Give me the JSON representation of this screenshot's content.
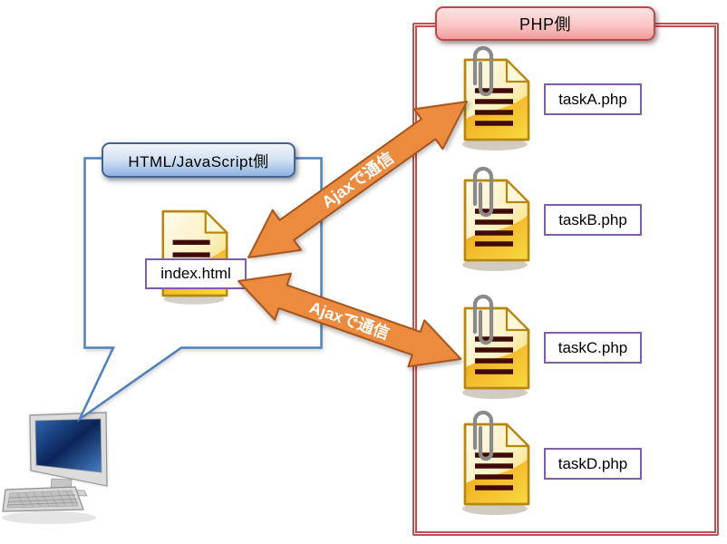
{
  "php_panel": {
    "title": "PHP側",
    "files": [
      "taskA.php",
      "taskB.php",
      "taskC.php",
      "taskD.php"
    ]
  },
  "client_panel": {
    "title": "HTML/JavaScript側",
    "file": "index.html"
  },
  "arrows": [
    {
      "label": "Ajaxで通信"
    },
    {
      "label": "Ajaxで通信"
    }
  ],
  "icons": {
    "php_files": "document-with-paperclip-icon",
    "client_file": "document-icon",
    "client_device": "desktop-computer-icon"
  },
  "colors": {
    "php_border": "#c0504d",
    "php_header_top": "#fde2e2",
    "php_header_bottom": "#f19a9a",
    "client_border": "#4f81bd",
    "client_header_top": "#f1f6fc",
    "client_header_bottom": "#8fb3e2",
    "file_label_border": "#7e5fa6",
    "arrow_fill": "#ec8b3e",
    "arrow_border": "#a5541c",
    "doc_page": "#faf0c0",
    "doc_border": "#b8860b",
    "doc_lines": "#400a06",
    "screen_blue": "#0b2458"
  }
}
